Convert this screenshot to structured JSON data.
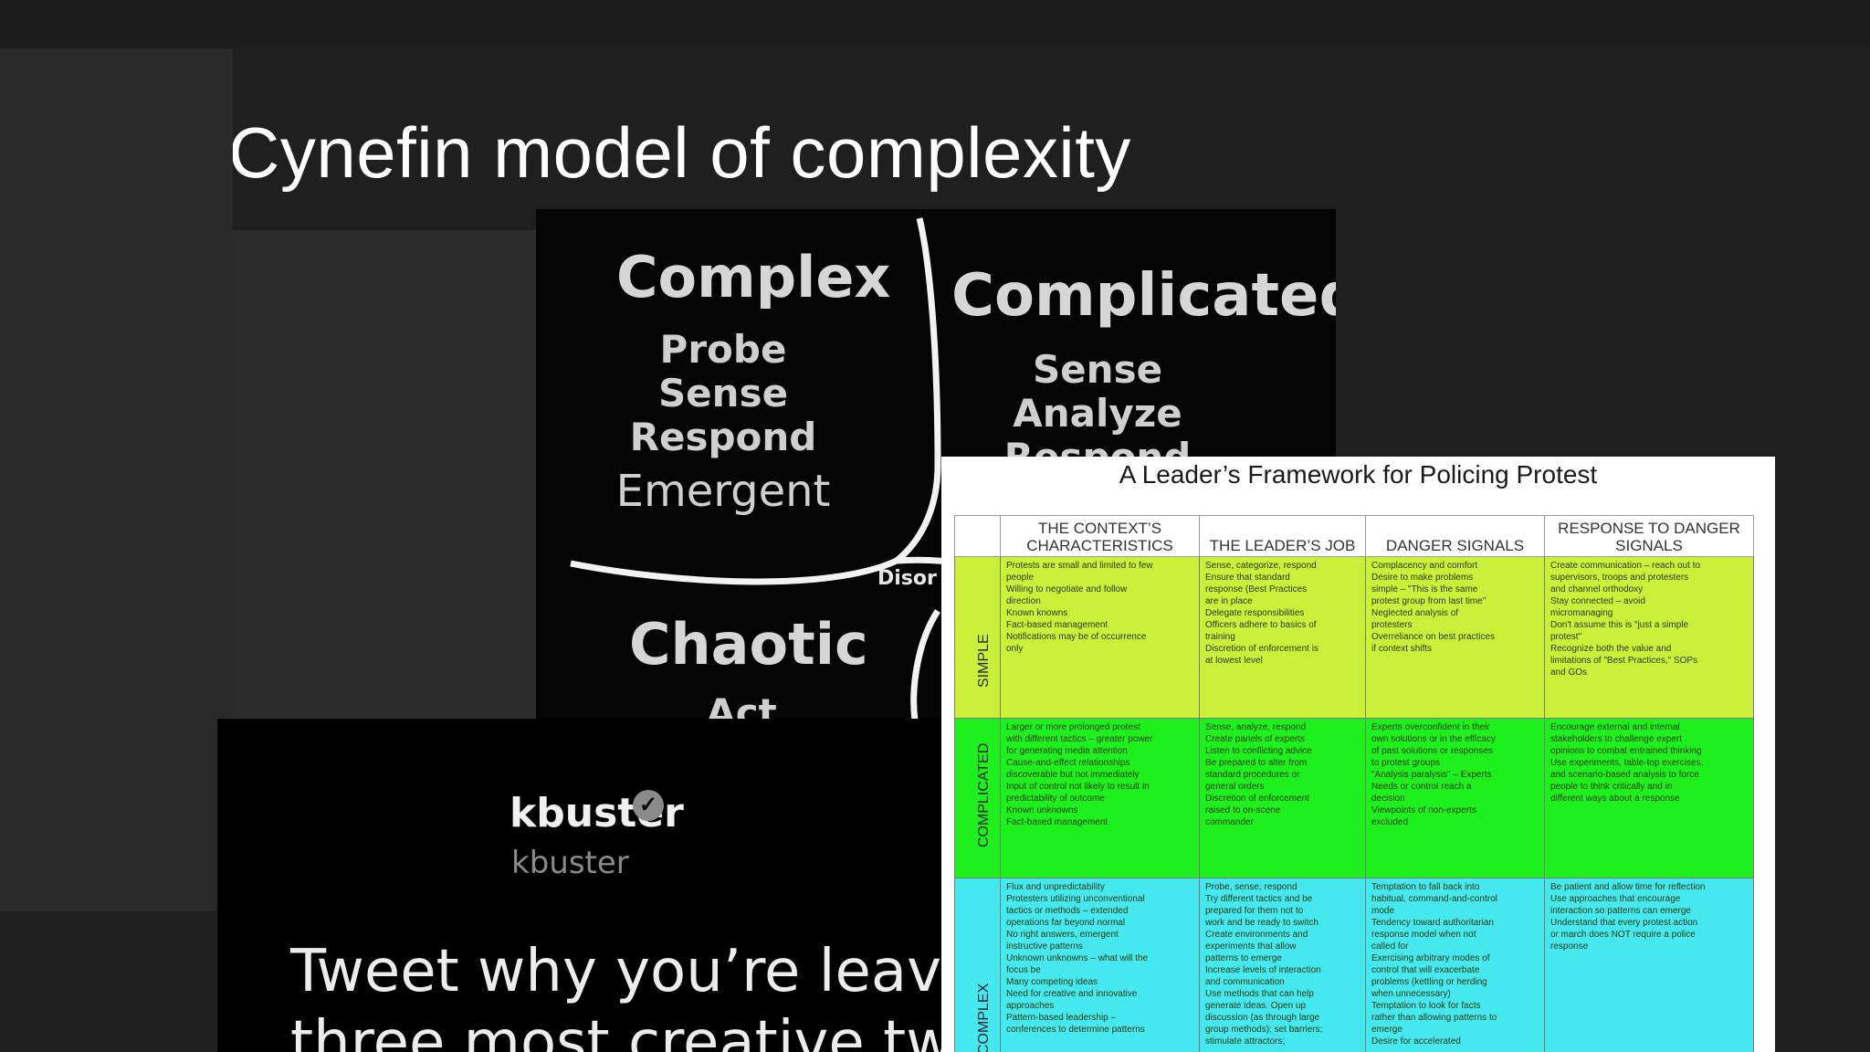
{
  "slide": {
    "title": "Cynefin model of complexity",
    "background": "#1f1f1f"
  },
  "cynefin": {
    "complex": {
      "title": "Complex",
      "actions": [
        "Probe",
        "Sense",
        "Respond"
      ],
      "practice": "Emergent"
    },
    "complicated": {
      "title": "Complicated",
      "actions": [
        "Sense",
        "Analyze",
        "Respond"
      ]
    },
    "chaotic": {
      "title": "Chaotic",
      "actions": [
        "Act"
      ]
    },
    "center": "Disor"
  },
  "tweet": {
    "name": "kbuster",
    "handle": "kbuster",
    "text_lines": [
      "Tweet why you’re leaving",
      "three most creative tweet"
    ]
  },
  "framework": {
    "title": "A Leader’s Framework for Policing Protest",
    "columns": [
      "THE CONTEXT’S CHARACTERISTICS",
      "THE LEADER’S JOB",
      "DANGER SIGNALS",
      "RESPONSE TO DANGER SIGNALS"
    ],
    "rows": [
      {
        "label": "SIMPLE",
        "cells": [
          [
            "Protests are small and limited to few",
            "people",
            "Willing to negotiate and follow",
            "direction",
            "Known knowns",
            "Fact-based management",
            "Notifications may be of occurrence",
            "only"
          ],
          [
            "Sense, categorize, respond",
            "Ensure that standard",
            "response (Best Practices",
            "are in place",
            "Delegate responsibilities",
            "Officers adhere to basics of",
            "training",
            "Discretion of enforcement is",
            "at lowest level"
          ],
          [
            "Complacency and comfort",
            "Desire to make problems",
            "simple – \"This is the same",
            "protest group from last time\"",
            "Neglected analysis of",
            "protesters",
            "Overreliance on best practices",
            "if context shifts"
          ],
          [
            "Create communication – reach out to",
            "supervisors, troops and protesters",
            "and channel orthodoxy",
            "Stay connected – avoid",
            "micromanaging",
            "Don't assume this is \"just a simple",
            "protest\"",
            "Recognize both the value and",
            "limitations of \"Best Practices,\" SOPs",
            "and GOs"
          ]
        ]
      },
      {
        "label": "COMPLICATED",
        "cells": [
          [
            "Larger or more prolonged protest",
            "with different tactics – greater power",
            "for generating media attention",
            "Cause-and-effect relationships",
            "discoverable but not immediately",
            "Input of control not likely to result in",
            "predictability of outcome",
            "Known unknowns",
            "Fact-based management"
          ],
          [
            "Sense, analyze, respond",
            "Create panels of experts",
            "Listen to conflicting advice",
            "Be prepared to alter from",
            "standard procedures or",
            "general orders",
            "Discretion of enforcement",
            "raised to on-scene",
            "commander"
          ],
          [
            "Experts overconfident in their",
            "own solutions or in the efficacy",
            "of past solutions or responses",
            "to protest groups",
            "\"Analysis paralysis\" – Experts",
            "Needs or control reach a",
            "decision",
            "Viewpoints of non-experts",
            "excluded"
          ],
          [
            "Encourage external and internal",
            "stakeholders to challenge expert",
            "opinions to combat entrained thinking",
            "Use experiments, table-top exercises,",
            "and scenario-based analysis to force",
            "people to think critically and in",
            "different ways about a response"
          ]
        ]
      },
      {
        "label": "COMPLEX",
        "cells": [
          [
            "Flux and unpredictability",
            "Protesters utilizing unconventional",
            "tactics or methods – extended",
            "operations far beyond normal",
            "No right answers, emergent",
            "instructive patterns",
            "Unknown unknowns – what will the",
            "focus be",
            "Many competing ideas",
            "Need for creative and innovative",
            "approaches",
            "Pattern-based leadership –",
            "conferences to determine patterns"
          ],
          [
            "Probe, sense, respond",
            "Try different tactics and be",
            "prepared for them not to",
            "work and be ready to switch",
            "Create environments and",
            "experiments that allow",
            "patterns to emerge",
            "Increase levels of interaction",
            "and communication",
            "Use methods that can help",
            "generate ideas. Open up",
            "discussion (as through large",
            "group methods); set barriers;",
            "stimulate attractors;"
          ],
          [
            "Temptation to fall back into",
            "habitual, command-and-control",
            "mode",
            "Tendency toward authoritarian",
            "response model when not",
            "called for",
            "Exercising arbitrary modes of",
            "control that will exacerbate",
            "problems (kettling or herding",
            "when unnecessary)",
            "Temptation to look for facts",
            "rather than allowing patterns to",
            "emerge",
            "Desire for accelerated"
          ],
          [
            "Be patient and allow time for reflection",
            "Use approaches that encourage",
            "interaction so patterns can emerge",
            "Understand that every protest action",
            "or march does NOT require a police",
            "response"
          ]
        ]
      }
    ]
  }
}
